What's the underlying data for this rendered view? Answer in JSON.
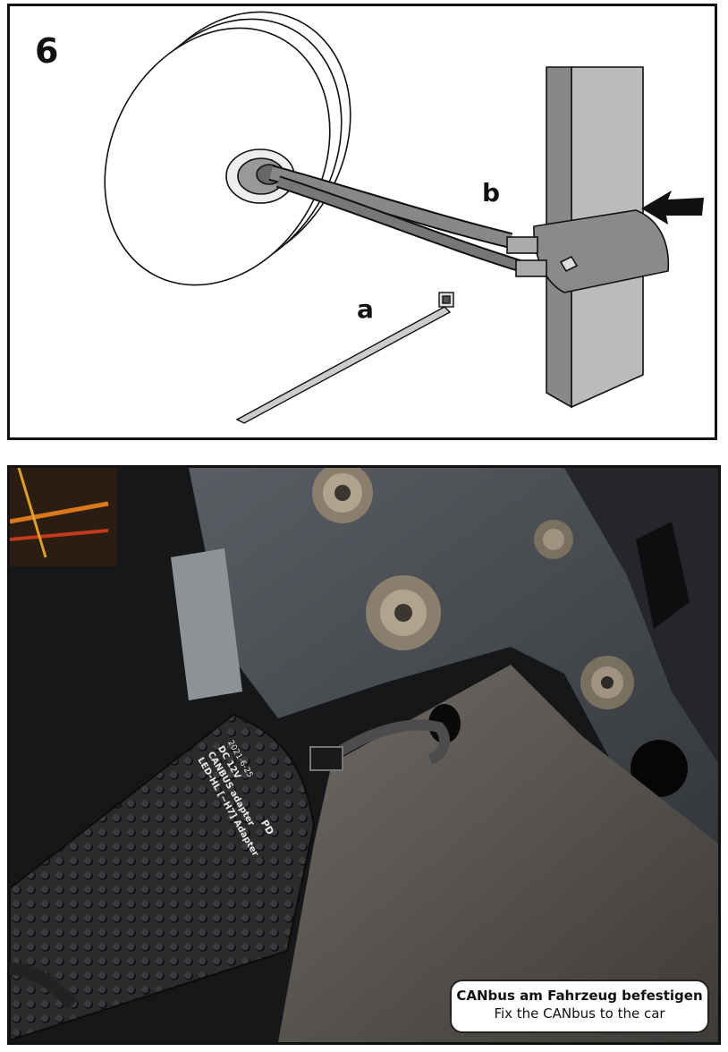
{
  "step": {
    "number": "6",
    "label_a": "a",
    "label_b": "b"
  },
  "adapter_label": {
    "line1": "LED-HL [~H7] Adapter",
    "line2": "CANBUS adapter",
    "line3": "DC 12V",
    "line4": "2021-6-25",
    "mark": "PD"
  },
  "caption": {
    "german": "CANbus am Fahrzeug befestigen",
    "english": "Fix the CANbus to the car"
  },
  "colors": {
    "line": "#111111",
    "photo_dark": "#1b1c1e",
    "metal": "#4a4d52",
    "adapter": "#2a2b2d"
  }
}
